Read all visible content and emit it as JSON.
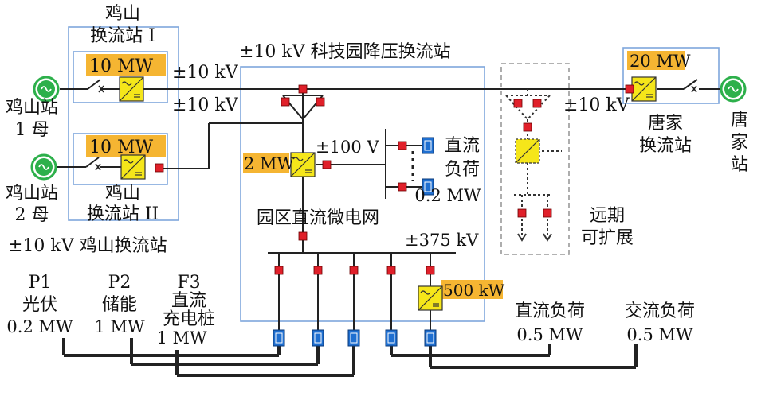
{
  "texts": {
    "jishan_station1": [
      "鸡山",
      "换流站 I"
    ],
    "jishan_station2": [
      "鸡山",
      "换流站 II"
    ],
    "jishan_bus1": [
      "鸡山站",
      "1 母"
    ],
    "jishan_bus2": [
      "鸡山站",
      "2 母"
    ],
    "jishan_main": "±10 kV 鸡山换流站",
    "park_title": "±10 kV 科技园降压换流站",
    "kv10_a": "±10 kV",
    "kv10_b": "±10 kV",
    "kv10_c": "±10 kV",
    "v100": "±100 V",
    "v375": "±375 kV",
    "dc_load_small": [
      "直流",
      "负荷",
      "0.2 MW"
    ],
    "microgrid": "园区直流微电网",
    "future": [
      "远期",
      "可扩展"
    ],
    "tangjia_station": [
      "唐家",
      "换流站"
    ],
    "tangjia_bus": [
      "唐",
      "家",
      "站"
    ],
    "p1": [
      "P1",
      "光伏",
      "0.2 MW"
    ],
    "p2": [
      "P2",
      "储能",
      "1 MW"
    ],
    "f3": [
      "F3",
      "直流",
      "充电桩",
      "1 MW"
    ],
    "dc_load": [
      "直流负荷",
      "0.5 MW"
    ],
    "ac_load": [
      "交流负荷",
      "0.5 MW"
    ]
  },
  "ratings": {
    "jishan1": "10 MW",
    "jishan2": "10 MW",
    "park": "2 MW",
    "tangjia": "20 MW",
    "inverter": "500 kW"
  },
  "colors": {
    "highlight": "#f5b532",
    "converter": "#f5e61a",
    "box": "#7fa6dc",
    "breaker": "#e0202a",
    "device": "#1f6fd0",
    "ac_source": "#2db04b"
  }
}
